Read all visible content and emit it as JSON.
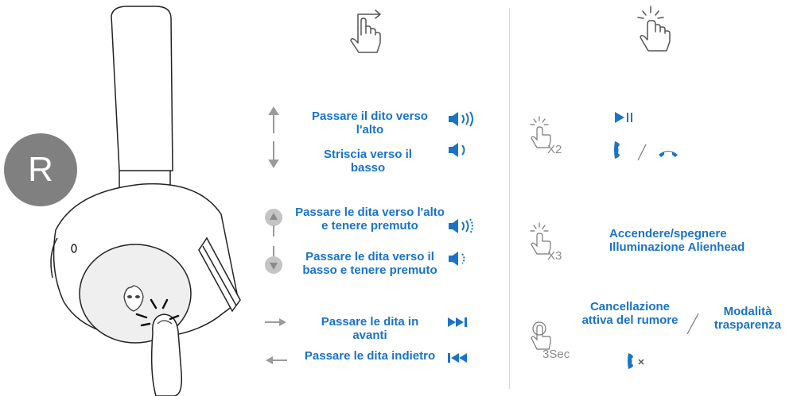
{
  "side_badge": "R",
  "gestures": {
    "swipe_up": "Passare il dito verso l'alto",
    "swipe_down": "Striscia verso il basso",
    "hold_up": "Passare le dita verso l'alto e tenere premuto",
    "hold_down": "Passare le dita verso il basso e tenere premuto",
    "forward": "Passare le dita in avanti",
    "backward": "Passare le dita indietro"
  },
  "taps": {
    "x2": "X2",
    "x3": "X3",
    "sec3": "3Sec",
    "x3_action": "Accendere/spegnere Illuminazione Alienhead",
    "sec3_action_a": "Cancellazione attiva del rumore",
    "sec3_action_b": "Modalità trasparenza"
  },
  "icons": {
    "header_swipe": "swipe-hand-icon",
    "header_tap": "tap-hand-icon",
    "vol_up": "volume-up-icon",
    "vol_down": "volume-down-icon",
    "vol_up_hold": "volume-up-continuous-icon",
    "vol_down_hold": "volume-down-continuous-icon",
    "next": "next-track-icon",
    "prev": "previous-track-icon",
    "play_pause": "play-pause-icon",
    "call_answer": "call-answer-icon",
    "call_end": "call-end-icon",
    "mic_mute": "mic-mute-icon"
  },
  "colors": {
    "accent": "#1a73c9",
    "arrow": "#9a9a9a",
    "badge": "#808080"
  }
}
